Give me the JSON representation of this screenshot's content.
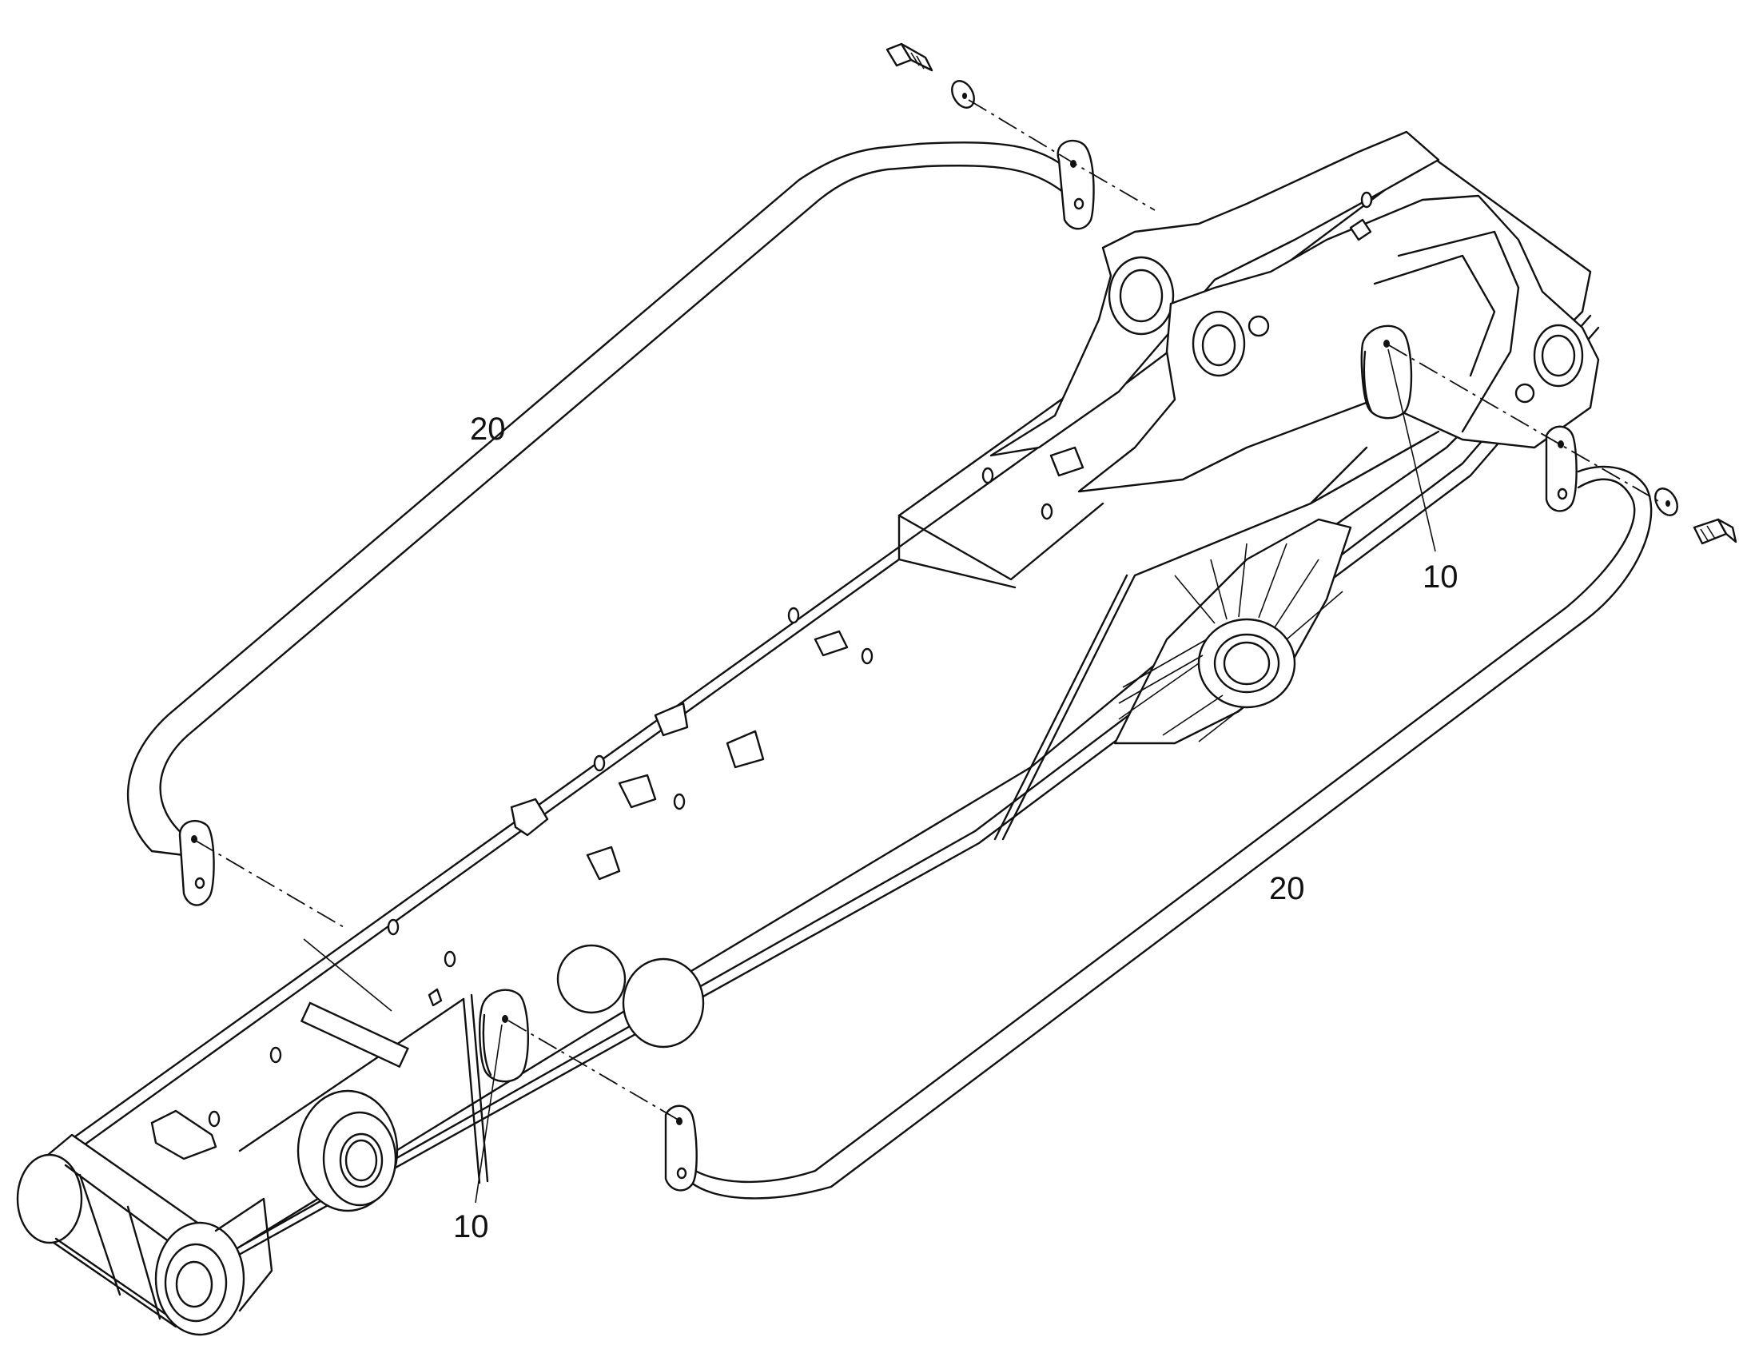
{
  "callouts": {
    "handrail_upper": "20",
    "handrail_lower": "20",
    "bracket_upper": "10",
    "bracket_lower": "10"
  },
  "colors": {
    "line": "#111111",
    "background": "#ffffff"
  },
  "icons": [
    "bolt-icon",
    "washer-icon",
    "bracket-icon",
    "handrail-icon",
    "boom-arm-icon"
  ]
}
